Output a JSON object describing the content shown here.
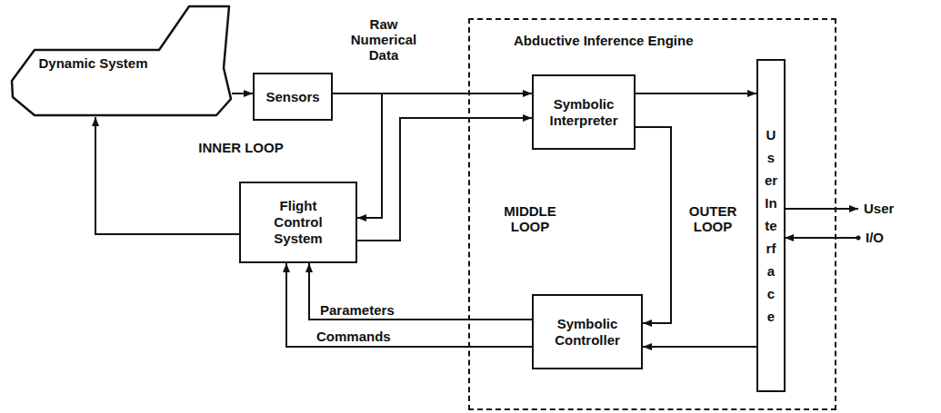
{
  "diagram": {
    "nodes": [
      {
        "text": [
          "Dynamic System"
        ]
      },
      {
        "text": [
          "Sensors"
        ]
      },
      {
        "text": [
          "Abductive Inference Engine"
        ]
      },
      {
        "text": [
          "Symbolic Interpreter"
        ],
        "in": 2
      },
      {
        "text": [
          "Symbolic Controller"
        ],
        "in": 2
      },
      {
        "text": [
          "User Interface"
        ],
        "in": 2
      },
      {
        "text": [
          "Flight Control System"
        ]
      }
    ],
    "edges": [
      {
        "from": 0,
        "to": 1,
        "arrow": "to"
      },
      {
        "from": 1,
        "to": 3,
        "label": "Raw Numerical Data",
        "arrow": "to"
      },
      {
        "from": 1,
        "to": 6,
        "arrow": "to"
      },
      {
        "from": 6,
        "to": 3,
        "arrow": "to"
      },
      {
        "from": 6,
        "to": 0,
        "arrow": "to"
      },
      {
        "from": 3,
        "to": 5,
        "arrow": "to"
      },
      {
        "from": 3,
        "to": 4,
        "arrow": "to"
      },
      {
        "from": 5,
        "to": 4,
        "arrow": "to"
      },
      {
        "from": 4,
        "to": 6,
        "label": "Parameters",
        "arrow": "to"
      },
      {
        "from": 4,
        "to": 6,
        "label": "Commands",
        "arrow": "to"
      }
    ],
    "labels": [
      "INNER LOOP",
      "MIDDLE LOOP",
      "OUTER LOOP",
      "User",
      "I/O"
    ]
  }
}
